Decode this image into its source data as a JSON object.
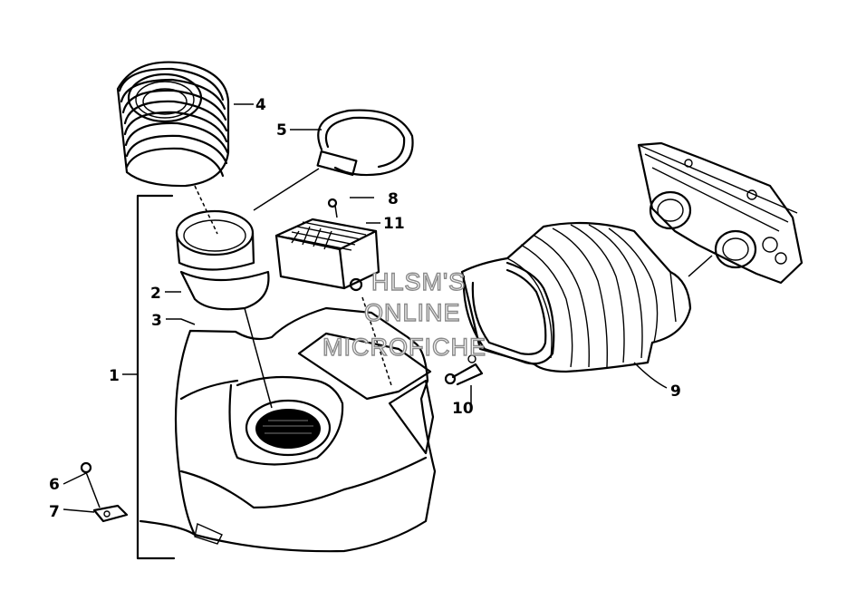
{
  "callouts": {
    "c1": "1",
    "c2": "2",
    "c3": "3",
    "c4": "4",
    "c5": "5",
    "c6": "6",
    "c7": "7",
    "c8": "8",
    "c9": "9",
    "c10": "10",
    "c11": "11"
  },
  "watermark": {
    "line1": "HLSM'S",
    "line2": "ONLINE",
    "line3": "MICROFICHE"
  },
  "colors": {
    "ink": "#000000",
    "paper": "#ffffff",
    "watermark_stroke": "#8a8a8a"
  }
}
